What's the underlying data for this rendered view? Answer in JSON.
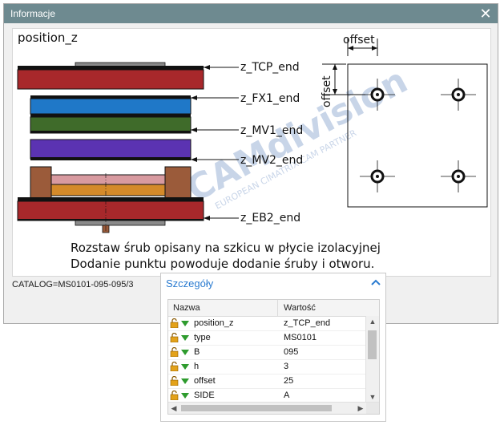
{
  "window": {
    "title": "Informacje",
    "close_symbol": "✕"
  },
  "drawing": {
    "heading": "position_z",
    "offset_top": "offset",
    "offset_side": "offset",
    "labels": [
      "z_TCP_end",
      "z_FX1_end",
      "z_MV1_end",
      "z_MV2_end",
      "z_EB2_end"
    ],
    "note_line1": "Rozstaw śrub opisany na szkicu w płycie izolacyjnej",
    "note_line2": "Dodanie punktu powoduje dodanie śruby i otworu.",
    "watermark_main": "CAMdivision",
    "watermark_sub": "EUROPEAN CIMATRIX CAM PARTNER",
    "colors": {
      "red": "#a8282b",
      "blue": "#1f78c8",
      "green": "#3f6b2a",
      "purple": "#5b33b2",
      "orange": "#d48a2a",
      "brown": "#9b5b3a",
      "pink": "#d89aa0"
    }
  },
  "catalog": "CATALOG=MS0101-095-095/3",
  "details": {
    "title": "Szczegóły",
    "collapse_icon": "chevron-up-icon",
    "columns": {
      "name": "Nazwa",
      "value": "Wartość"
    },
    "rows": [
      {
        "name": "position_z",
        "value": "z_TCP_end"
      },
      {
        "name": "type",
        "value": "MS0101"
      },
      {
        "name": "B",
        "value": "095"
      },
      {
        "name": "h",
        "value": "3"
      },
      {
        "name": "offset",
        "value": "25"
      },
      {
        "name": "SIDE",
        "value": "A"
      }
    ]
  }
}
